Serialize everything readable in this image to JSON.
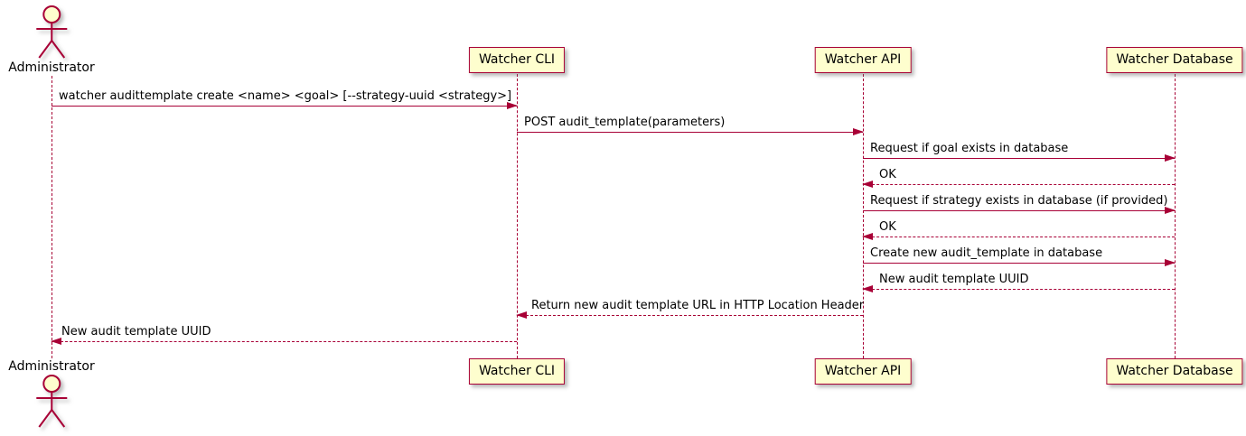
{
  "diagram": {
    "type": "sequence-diagram",
    "colors": {
      "border": "#A80036",
      "fill": "#FEFECE",
      "text": "#000000",
      "bg": "#FFFFFF"
    },
    "actor": {
      "name": "Administrator"
    },
    "participants": [
      {
        "label": "Watcher CLI"
      },
      {
        "label": "Watcher API"
      },
      {
        "label": "Watcher Database"
      }
    ],
    "messages": [
      {
        "from": "Administrator",
        "to": "Watcher CLI",
        "style": "solid",
        "text": "watcher audittemplate create <name> <goal> [--strategy-uuid <strategy>]"
      },
      {
        "from": "Watcher CLI",
        "to": "Watcher API",
        "style": "solid",
        "text": "POST audit_template(parameters)"
      },
      {
        "from": "Watcher API",
        "to": "Watcher Database",
        "style": "solid",
        "text": "Request if goal exists in database"
      },
      {
        "from": "Watcher Database",
        "to": "Watcher API",
        "style": "dashed",
        "text": "OK"
      },
      {
        "from": "Watcher API",
        "to": "Watcher Database",
        "style": "solid",
        "text": "Request if strategy exists in database (if provided)"
      },
      {
        "from": "Watcher Database",
        "to": "Watcher API",
        "style": "dashed",
        "text": "OK"
      },
      {
        "from": "Watcher API",
        "to": "Watcher Database",
        "style": "solid",
        "text": "Create new audit_template in database"
      },
      {
        "from": "Watcher Database",
        "to": "Watcher API",
        "style": "dashed",
        "text": "New audit template UUID"
      },
      {
        "from": "Watcher API",
        "to": "Watcher CLI",
        "style": "dashed",
        "text": "Return new audit template URL in HTTP Location Header"
      },
      {
        "from": "Watcher CLI",
        "to": "Administrator",
        "style": "dashed",
        "text": "New audit template UUID"
      }
    ]
  }
}
